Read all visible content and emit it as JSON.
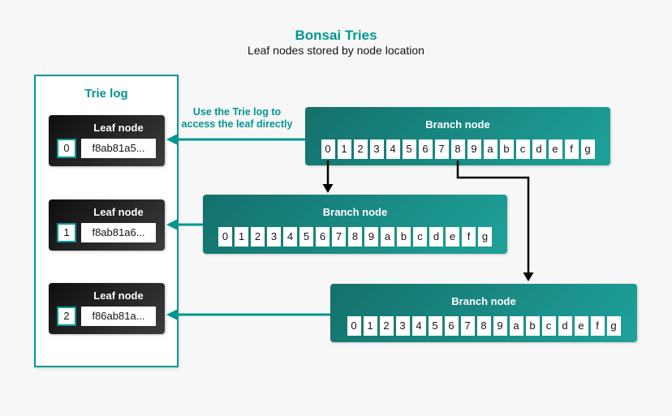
{
  "header": {
    "title": "Bonsai Tries",
    "subtitle": "Leaf nodes stored by node location"
  },
  "trie_log": {
    "title": "Trie log",
    "leaf_label": "Leaf node",
    "leaves": [
      {
        "index": "0",
        "value": "f8ab81a5..."
      },
      {
        "index": "1",
        "value": "f8ab81a6..."
      },
      {
        "index": "2",
        "value": "f86ab81a..."
      }
    ]
  },
  "annotation": {
    "line1": "Use the Trie log to",
    "line2": "access the leaf directly"
  },
  "branch_nodes": [
    {
      "label": "Branch node",
      "cells": [
        "0",
        "1",
        "2",
        "3",
        "4",
        "5",
        "6",
        "7",
        "8",
        "9",
        "a",
        "b",
        "c",
        "d",
        "e",
        "f",
        "g"
      ]
    },
    {
      "label": "Branch node",
      "cells": [
        "0",
        "1",
        "2",
        "3",
        "4",
        "5",
        "6",
        "7",
        "8",
        "9",
        "a",
        "b",
        "c",
        "d",
        "e",
        "f",
        "g"
      ]
    },
    {
      "label": "Branch node",
      "cells": [
        "0",
        "1",
        "2",
        "3",
        "4",
        "5",
        "6",
        "7",
        "8",
        "9",
        "a",
        "b",
        "c",
        "d",
        "e",
        "f",
        "g"
      ]
    }
  ],
  "colors": {
    "teal": "#019690",
    "branch_gradient_start": "#14706B",
    "branch_gradient_end": "#1EA29A",
    "leaf_gradient_start": "#0E0E0E",
    "leaf_gradient_end": "#3C3C3C",
    "arrow_black": "#000000",
    "background": "#F7F7F8"
  }
}
